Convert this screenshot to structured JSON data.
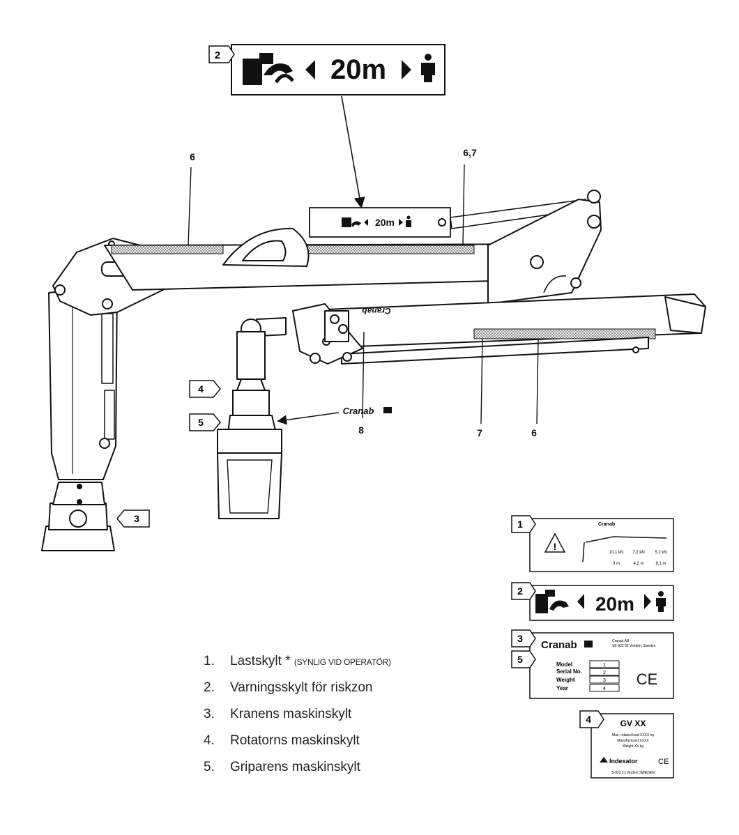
{
  "big_sign": {
    "tag": "2",
    "distance": "20m"
  },
  "boom_sign": {
    "distance": "20m"
  },
  "callouts": {
    "c6_left": "6",
    "c67": "6,7",
    "c8": "8",
    "c7": "7",
    "c6_right": "6",
    "tag3": "3",
    "tag4": "4",
    "tag5": "5"
  },
  "cranab_label": "Cranab",
  "boom_text": "Cranab",
  "label1": {
    "tag": "1",
    "brand": "Cranab",
    "loads": [
      "10,1 kN",
      "7,2 kN",
      "5,2 kN"
    ],
    "reach": [
      "3 m",
      "4,2 m",
      "6,1 m"
    ]
  },
  "label2": {
    "tag": "2",
    "distance": "20m"
  },
  "label35": {
    "tag3": "3",
    "tag5": "5",
    "brand": "Cranab",
    "address": [
      "Cranab AB",
      "SE-922 82 Vindeln, Sweden"
    ],
    "fields": [
      "Model",
      "Serial No.",
      "Weight",
      "Year"
    ],
    "boxes": [
      "1",
      "2",
      "3",
      "4"
    ],
    "ce": "CE"
  },
  "label4": {
    "tag": "4",
    "title": "GV XX",
    "lines": [
      "Max. rotated load XXXX kg",
      "Manufactured XXXX",
      "Weight XX kg"
    ],
    "brand": "Indexator",
    "ce": "CE",
    "address": "S-922 21 Vindeln SWEDEN"
  },
  "legend": [
    {
      "num": "1.",
      "text": "Lastskylt *",
      "note": "(SYNLIG VID OPERATÖR)"
    },
    {
      "num": "2.",
      "text": "Varningsskylt för riskzon"
    },
    {
      "num": "3.",
      "text": "Kranens maskinskylt"
    },
    {
      "num": "4.",
      "text": "Rotatorns maskinskylt"
    },
    {
      "num": "5.",
      "text": "Griparens maskinskylt"
    }
  ]
}
